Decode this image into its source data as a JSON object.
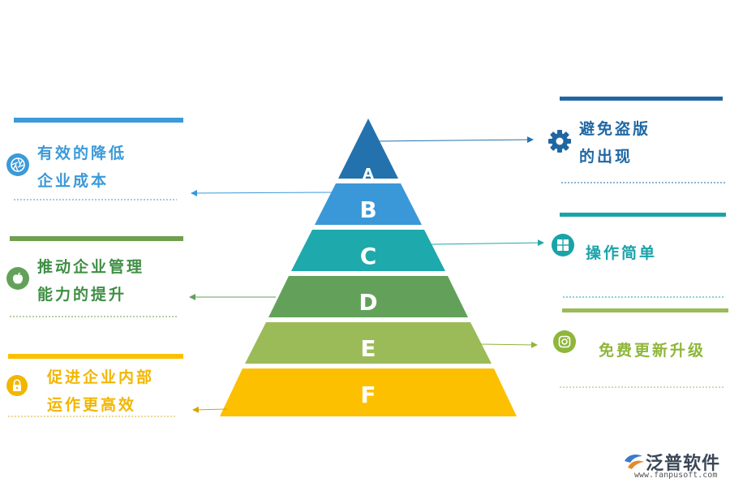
{
  "left_items": [
    {
      "line1": "有效的降低",
      "line2": "企业成本",
      "color": "#3b9ad9",
      "icon": "aperture-icon"
    },
    {
      "line1": "推动企业管理",
      "line2": "能力的提升",
      "color": "#3f8f44",
      "icon": "apple-icon"
    },
    {
      "line1": "促进企业内部",
      "line2": "运作更高效",
      "color": "#f2b600",
      "icon": "lock-icon"
    }
  ],
  "right_items": [
    {
      "line1": "避免盗版",
      "line2": "的出现",
      "color": "#1f67a3",
      "icon": "gear-icon"
    },
    {
      "line1": "操作简单",
      "line2": "",
      "color": "#1aa3a8",
      "icon": "windows-icon"
    },
    {
      "line1": "免费更新升级",
      "line2": "",
      "color": "#8fb63a",
      "icon": "instagram-icon"
    }
  ],
  "pyramid_levels": [
    {
      "label": "A",
      "color": "#2372ad"
    },
    {
      "label": "B",
      "color": "#3a98d8"
    },
    {
      "label": "C",
      "color": "#1ea9ac"
    },
    {
      "label": "D",
      "color": "#63a15a"
    },
    {
      "label": "E",
      "color": "#9bbb59"
    },
    {
      "label": "F",
      "color": "#fcc000"
    }
  ],
  "logo": {
    "name": "泛普软件",
    "url": "www.fanpusoft.com"
  }
}
